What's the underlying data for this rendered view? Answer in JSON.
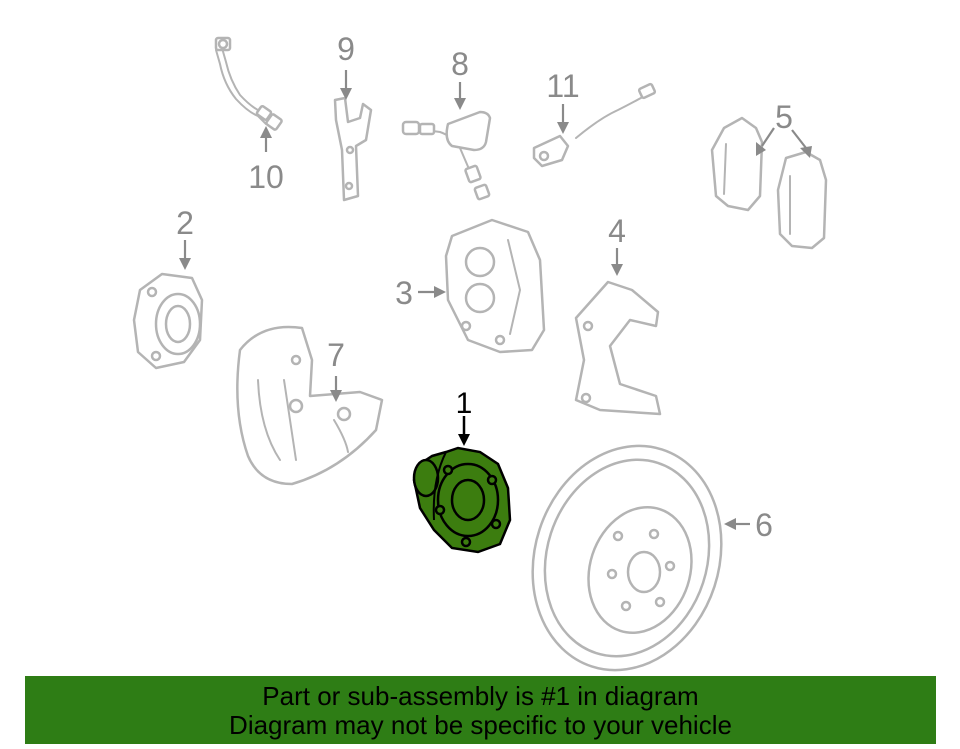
{
  "callouts": {
    "c1": "1",
    "c2": "2",
    "c3": "3",
    "c4": "4",
    "c5": "5",
    "c6": "6",
    "c7": "7",
    "c8": "8",
    "c9": "9",
    "c10": "10",
    "c11": "11"
  },
  "banner": {
    "line1": "Part or sub-assembly is #1 in diagram",
    "line2": "Diagram may not be specific to your vehicle"
  },
  "colors": {
    "highlight_fill": "#3c7d0f",
    "banner_bg": "#2e7d15",
    "part_stroke": "#b4b4b4",
    "callout_text": "#8a8a8a"
  }
}
